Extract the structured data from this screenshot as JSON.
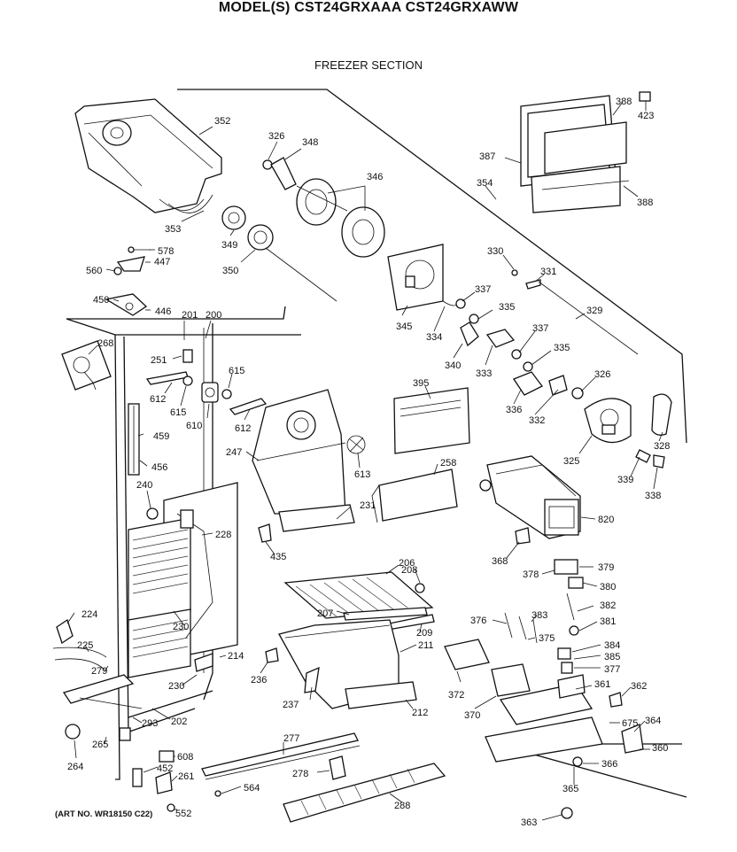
{
  "header": {
    "title": "MODEL(S) CST24GRXAAA  CST24GRXAWW",
    "section": "FREEZER SECTION"
  },
  "footer": {
    "art_number": "(ART NO. WR18150  C22)"
  },
  "labels": {
    "p352": "352",
    "p326a": "326",
    "p348": "348",
    "p346": "346",
    "p353": "353",
    "p349": "349",
    "p350": "350",
    "p578": "578",
    "p447": "447",
    "p560": "560",
    "p450": "450",
    "p446": "446",
    "p201": "201",
    "p200": "200",
    "p268": "268",
    "p251": "251",
    "p615a": "615",
    "p612a": "612",
    "p615b": "615",
    "p610": "610",
    "p612b": "612",
    "p459": "459",
    "p456": "456",
    "p240": "240",
    "p228": "228",
    "p230a": "230",
    "p224": "224",
    "p225": "225",
    "p279": "279",
    "p214": "214",
    "p230b": "230",
    "p293": "293",
    "p202": "202",
    "p265": "265",
    "p264": "264",
    "p608": "608",
    "p452": "452",
    "p261": "261",
    "p552": "552",
    "p345": "345",
    "p334": "334",
    "p340": "340",
    "p337a": "337",
    "p335a": "335",
    "p333": "333",
    "p330": "330",
    "p331": "331",
    "p329": "329",
    "p337b": "337",
    "p335b": "335",
    "p336": "336",
    "p332": "332",
    "p326b": "326",
    "p325": "325",
    "p328": "328",
    "p339": "339",
    "p338": "338",
    "p395": "395",
    "p247": "247",
    "p613": "613",
    "p258": "258",
    "p231": "231",
    "p435": "435",
    "p820": "820",
    "p368": "368",
    "p378": "378",
    "p379": "379",
    "p380": "380",
    "p382": "382",
    "p381": "381",
    "p376": "376",
    "p383": "383",
    "p375": "375",
    "p384": "384",
    "p385": "385",
    "p377": "377",
    "p206": "206",
    "p208": "208",
    "p207": "207",
    "p209": "209",
    "p211": "211",
    "p236": "236",
    "p237": "237",
    "p212": "212",
    "p372": "372",
    "p370": "370",
    "p361": "361",
    "p362": "362",
    "p675": "675",
    "p364": "364",
    "p360": "360",
    "p366": "366",
    "p365": "365",
    "p363": "363",
    "p277": "277",
    "p278": "278",
    "p564": "564",
    "p288": "288",
    "p354": "354",
    "p387": "387",
    "p388a": "388",
    "p423": "423",
    "p388b": "388"
  }
}
